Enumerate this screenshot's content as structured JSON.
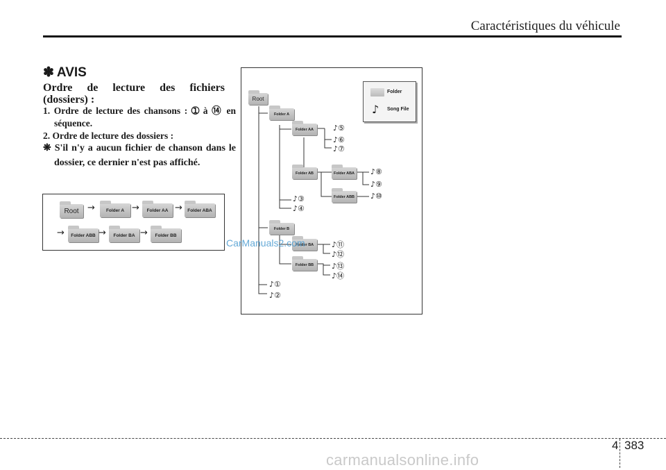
{
  "header": {
    "title": "Caractéristiques du véhicule"
  },
  "notice": {
    "star": "✽",
    "label": "AVIS"
  },
  "subhead": "Ordre de lecture des fichiers (dossiers) :",
  "items": {
    "item1": "1. Ordre de lecture des chansons : ➀ à ⑭ en séquence.",
    "item2": "2. Ordre de lecture des dossiers :",
    "bullet": "❋ S'il n'y a aucun fichier de chanson dans le dossier, ce dernier n'est pas affiché."
  },
  "order_box": {
    "row1": [
      "Root",
      "Folder A",
      "Folder AA",
      "Folder ABA"
    ],
    "row2": [
      "Folder ABB",
      "Folder BA",
      "Folder BB"
    ],
    "arrow": "→"
  },
  "diagram": {
    "folders": {
      "root": "Root",
      "a": "Folder A",
      "aa": "Folder AA",
      "ab": "Folder AB",
      "aba": "Folder ABA",
      "abb": "Folder ABB",
      "b": "Folder B",
      "ba": "Folder BA",
      "bb": "Folder BB"
    },
    "songs": {
      "s1": "♪①",
      "s2": "♪②",
      "s3": "♪③",
      "s4": "♪④",
      "s5": "♪⑤",
      "s6": "♪⑥",
      "s7": "♪⑦",
      "s8": "♪⑧",
      "s9": "♪⑨",
      "s10": "♪⑩",
      "s11": "♪⑪",
      "s12": "♪⑫",
      "s13": "♪⑬",
      "s14": "♪⑭"
    },
    "legend": {
      "folder": "Folder",
      "song_icon": "♪",
      "song": "Song File"
    }
  },
  "watermark": "CarManuals2.com",
  "footer": {
    "chapter": "4",
    "page": "383",
    "site": "carmanualsonline.info"
  }
}
